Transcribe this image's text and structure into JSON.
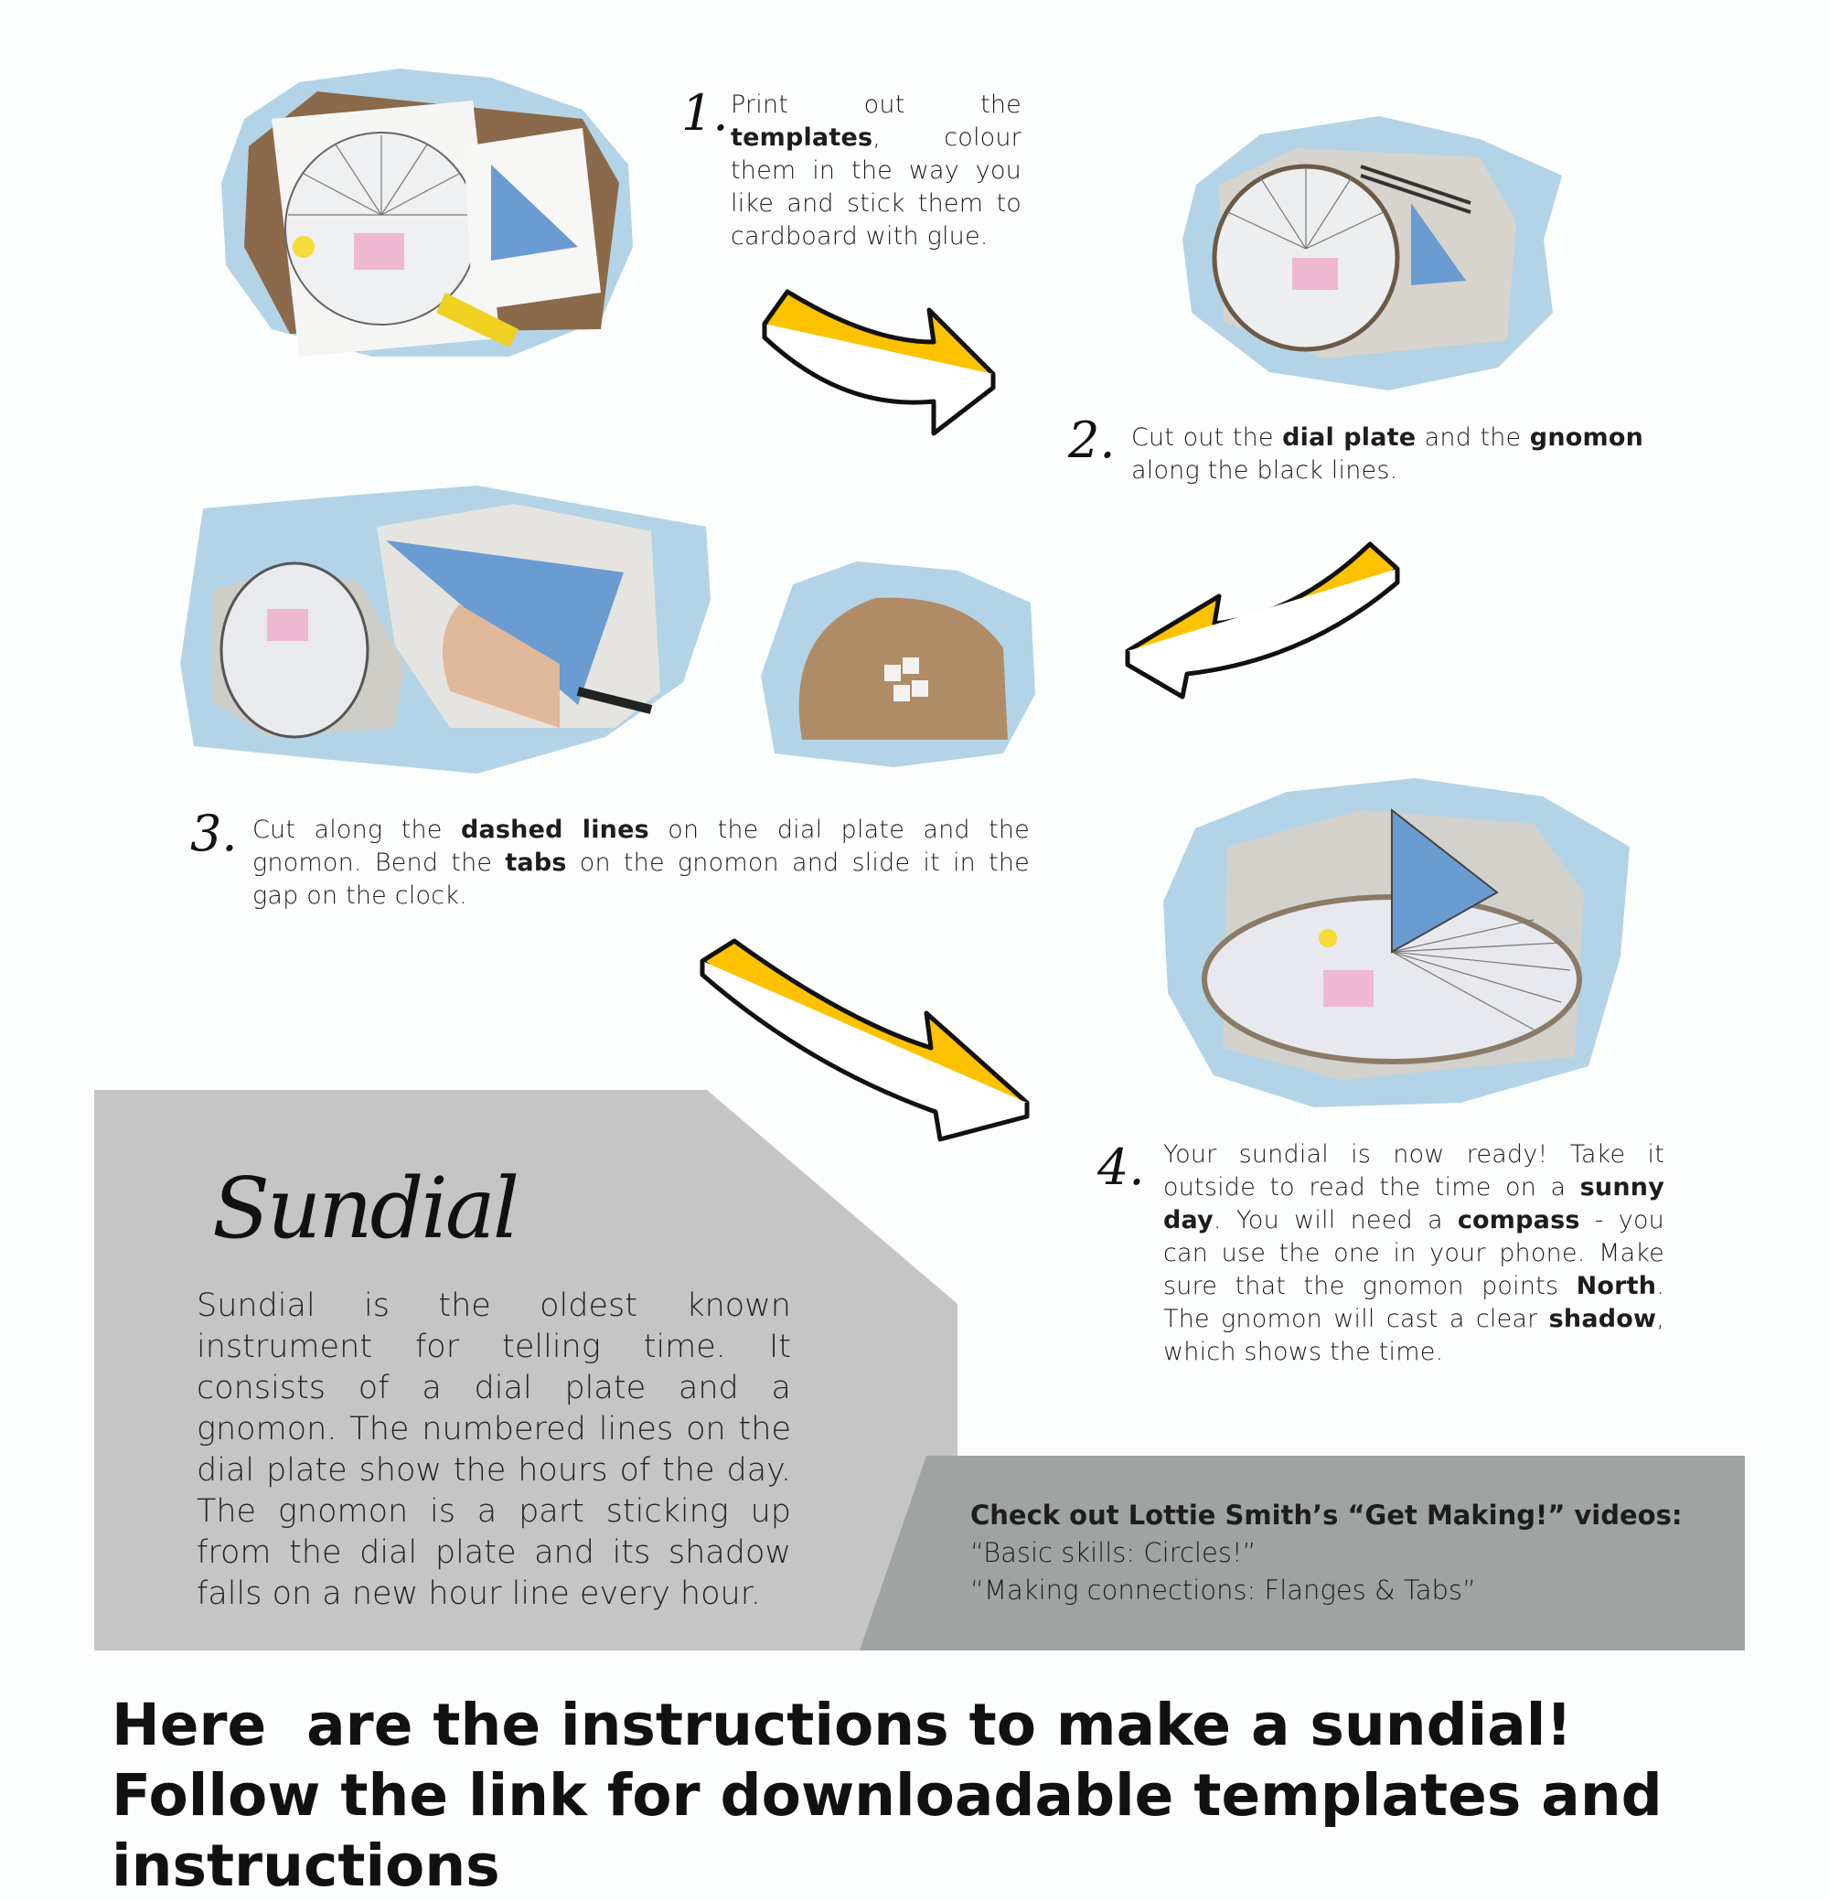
{
  "steps": [
    {
      "number": "1.",
      "segments": [
        "Print out the ",
        "templates",
        ", colour them in the way you like and stick them to cardboard with glue."
      ]
    },
    {
      "number": "2.",
      "segments": [
        "Cut out the ",
        "dial plate",
        " and the ",
        "gnomon",
        " along the black lines."
      ]
    },
    {
      "number": "3.",
      "segments": [
        "Cut along the ",
        "dashed lines",
        " on the dial plate and the gnomon. Bend the ",
        "tabs",
        " on the gnomon and slide it in the gap on the clock."
      ]
    },
    {
      "number": "4.",
      "segments": [
        "Your sundial is now ready! Take it outside to read the time on a ",
        "sunny day",
        ". You will need a ",
        "compass",
        " - you can use the one in your phone. Make sure that the gnomon points ",
        "North",
        ". The gnomon will cast a clear ",
        "shadow",
        ", which shows the time."
      ]
    }
  ],
  "info": {
    "title": "Sundial",
    "body": "Sundial is the oldest known instrument for telling time. It consists of a dial plate and a gnomon. The numbered lines on the dial plate show the hours of the day. The gnomon is a part sticking up from the dial plate and its shadow falls on a new hour line every hour."
  },
  "videos": {
    "heading": "Check out Lottie Smith’s “Get Making!” videos:",
    "items": [
      "“Basic skills: Circles!”",
      "“Making connections: Flanges & Tabs”"
    ]
  },
  "headline": "Here  are the instructions to make a sundial! Follow the link for downloadable templates and instructions",
  "colors": {
    "blob": "#b3d4e6",
    "arrow": "#fcc200",
    "light_gray": "#c4c5c4",
    "dark_gray": "#9fa3a2",
    "gnomon": "#6a9bd1"
  }
}
